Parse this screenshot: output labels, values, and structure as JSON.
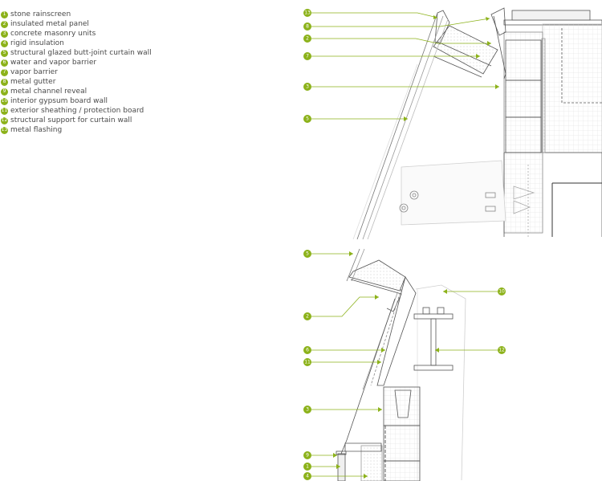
{
  "legend": [
    {
      "num": "1",
      "label": "stone rainscreen"
    },
    {
      "num": "2",
      "label": "insulated metal panel"
    },
    {
      "num": "3",
      "label": "concrete masonry units"
    },
    {
      "num": "4",
      "label": "rigid insulation"
    },
    {
      "num": "5",
      "label": "structural glazed butt-joint curtain wall"
    },
    {
      "num": "6",
      "label": "water and vapor barrier"
    },
    {
      "num": "7",
      "label": "vapor barrier"
    },
    {
      "num": "8",
      "label": "metal gutter"
    },
    {
      "num": "9",
      "label": "metal channel reveal"
    },
    {
      "num": "10",
      "label": "interior gypsum board wall"
    },
    {
      "num": "11",
      "label": "exterior sheathing / protection board"
    },
    {
      "num": "12",
      "label": "structural support for curtain wall"
    },
    {
      "num": "13",
      "label": "metal flashing"
    }
  ],
  "callouts": [
    {
      "num": "13"
    },
    {
      "num": "8"
    },
    {
      "num": "2"
    },
    {
      "num": "7"
    },
    {
      "num": "3"
    },
    {
      "num": "5"
    },
    {
      "num": "5"
    },
    {
      "num": "10"
    },
    {
      "num": "2"
    },
    {
      "num": "6"
    },
    {
      "num": "12"
    },
    {
      "num": "11"
    },
    {
      "num": "3"
    },
    {
      "num": "9"
    },
    {
      "num": "1"
    },
    {
      "num": "4"
    }
  ],
  "colors": {
    "accent": "#8cb21a",
    "line": "#6e6e6e",
    "grid": "#d7d7d7",
    "text": "#4a4a4a"
  }
}
